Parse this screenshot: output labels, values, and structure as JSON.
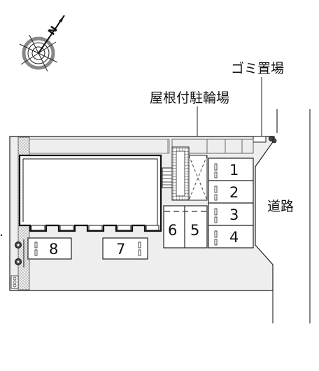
{
  "labels": {
    "garbage": "ゴミ置場",
    "bicycle": "屋根付駐輪場",
    "road": "道路"
  },
  "compass": {
    "letter": "N"
  },
  "parking": {
    "space_1": "1",
    "space_2": "2",
    "space_3": "3",
    "space_4": "4",
    "space_5": "5",
    "space_6": "6",
    "space_7": "7",
    "space_8": "8"
  },
  "colors": {
    "lot_fill": "#eeeeee",
    "outline": "#222222",
    "building_outline": "#111111",
    "white": "#ffffff"
  }
}
